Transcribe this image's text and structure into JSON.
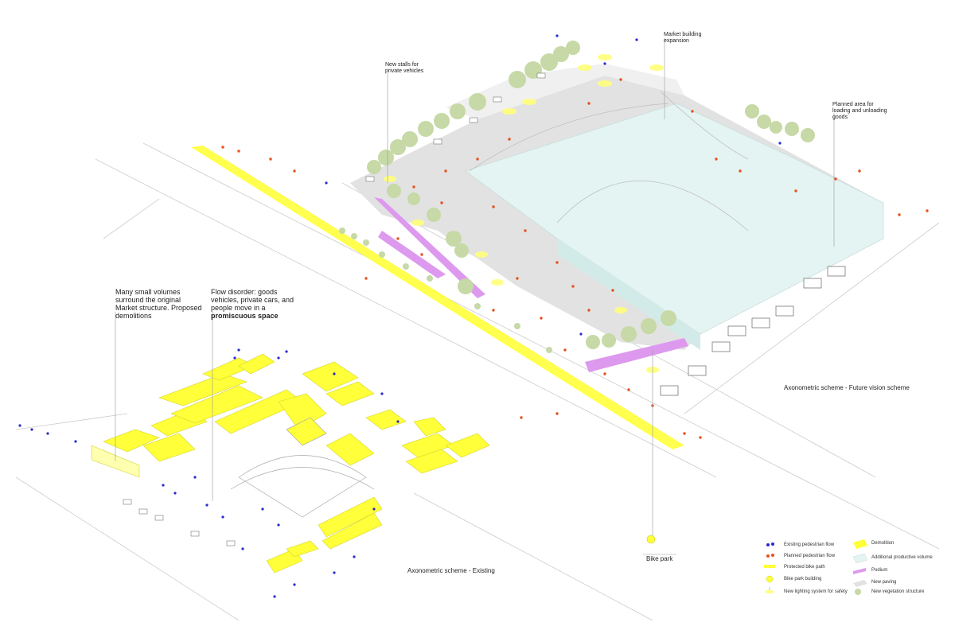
{
  "annotations": {
    "new_stalls": "New stalls for private vehicles",
    "market_expansion": "Market building expansion",
    "loading_area": "Planned area for loading and unloading goods",
    "small_volumes": "Many small volumes surround the original Market structure. Proposed demolitions",
    "flow_disorder_prefix": "Flow disorder: goods vehicles, private cars, and people move in a",
    "flow_disorder_bold": "promiscuous space",
    "bike_park": "Bike park"
  },
  "captions": {
    "future": "Axonometric scheme - Future vision scheme",
    "existing": "Axonometric scheme - Existing"
  },
  "legend": {
    "left": [
      {
        "label": "Existing pedestrian flow",
        "icon": "blue-pedestrian-icon"
      },
      {
        "label": "Planned pedestrian flow",
        "icon": "red-pedestrian-icon"
      },
      {
        "label": "Protected bike path",
        "icon": "bike-path-icon"
      },
      {
        "label": "Bike park building",
        "icon": "bike-park-icon"
      },
      {
        "label": "New lighting system for safety",
        "icon": "lamp-icon"
      }
    ],
    "right": [
      {
        "label": "Demolition",
        "icon": "demolition-icon"
      },
      {
        "label": "Additional productive volume",
        "icon": "productive-volume-icon"
      },
      {
        "label": "Podium",
        "icon": "podium-icon"
      },
      {
        "label": "New paving",
        "icon": "paving-icon"
      },
      {
        "label": "New vegetation structure",
        "icon": "tree-icon"
      }
    ]
  },
  "colors": {
    "yellow": "#ffff3a",
    "yellow_light": "#ffffb0",
    "paving": "#e2e2e2",
    "volume": "#e4f4f2",
    "podium": "#dd99ee",
    "tree": "#c6d9a6",
    "red": "#e8501c",
    "blue": "#2a2acc",
    "line": "#888888"
  }
}
